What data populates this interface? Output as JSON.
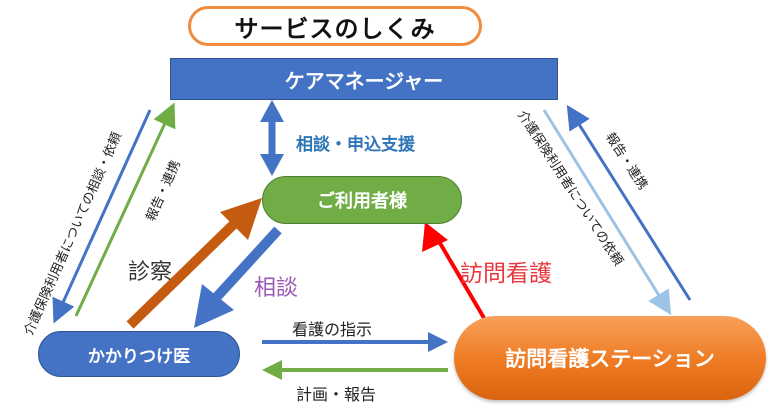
{
  "title": "サービスのしくみ",
  "nodes": {
    "care_manager": "ケアマネージャー",
    "user": "ご利用者様",
    "doctor": "かかりつけ医",
    "station": "訪問看護ステーション"
  },
  "labels": {
    "consult_support": "相談・申込支援",
    "left_request": "介護保険利用者についての相談・依頼",
    "left_report": "報告・連携",
    "right_report": "報告・連携",
    "right_request": "介護保険利用者についての依頼",
    "examination": "診察",
    "consult": "相談",
    "home_nursing": "訪問看護",
    "nursing_instruction": "看護の指示",
    "plan_report": "計画・報告"
  },
  "colors": {
    "blue": "#4472c4",
    "green": "#70ad47",
    "orange": "#ee7a22",
    "brown": "#c55a11",
    "red": "#ff0000",
    "light_blue": "#9dc3e6"
  }
}
